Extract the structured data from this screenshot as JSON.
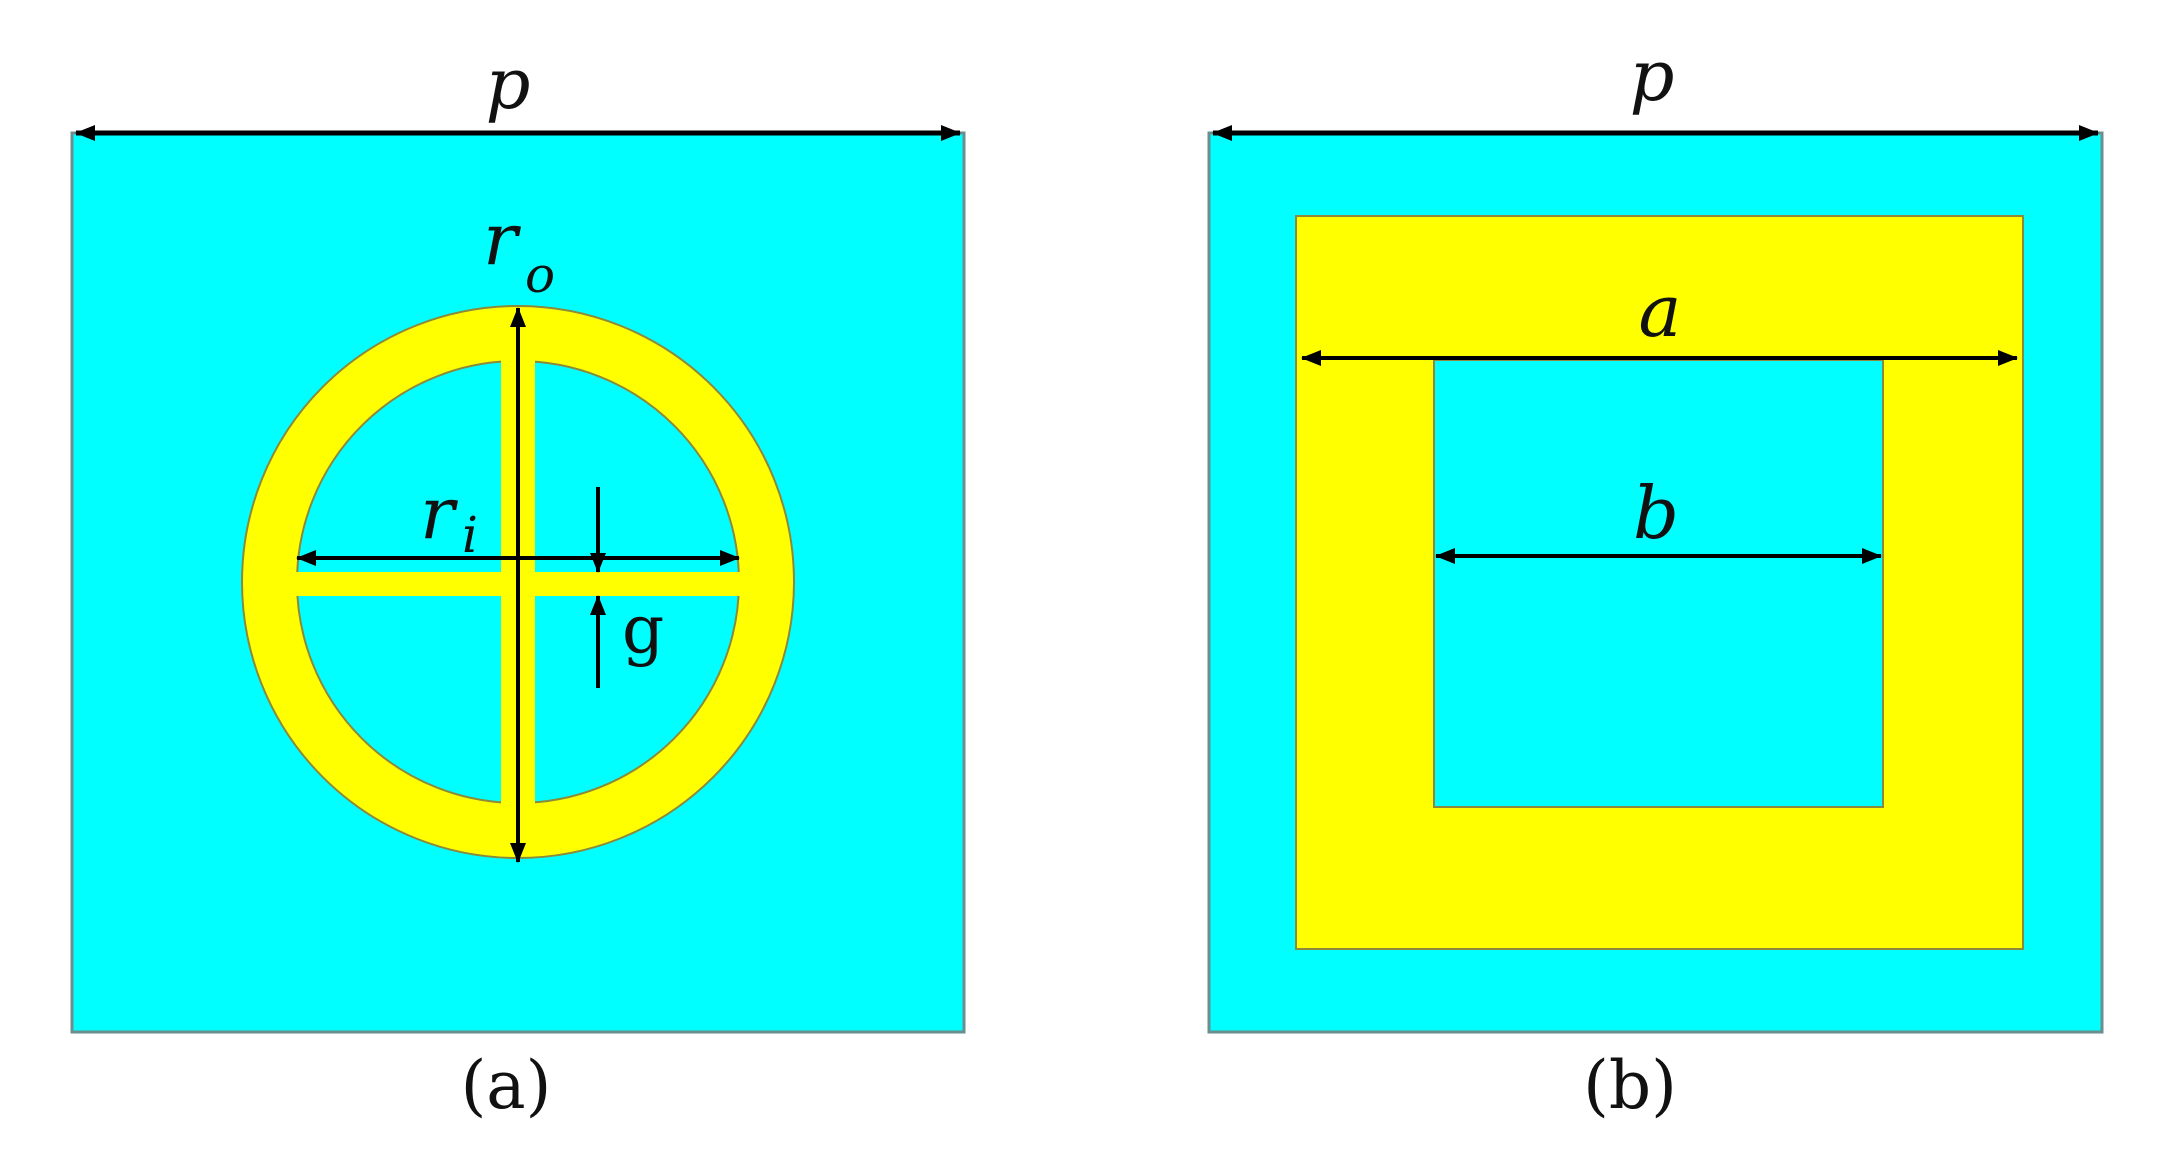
{
  "colors": {
    "substrate": "#00FFFF",
    "metal": "#FFFF00",
    "outline": "#6B8E8E",
    "dimension_line": "#000000"
  },
  "panel_a": {
    "caption": "(a)",
    "period_label": "p",
    "outer_radius_label": "r",
    "outer_radius_subscript": "o",
    "inner_radius_label": "r",
    "inner_radius_subscript": "i",
    "gap_label": "g"
  },
  "panel_b": {
    "caption": "(b)",
    "period_label": "p",
    "outer_side_label": "a",
    "inner_side_label": "b"
  }
}
